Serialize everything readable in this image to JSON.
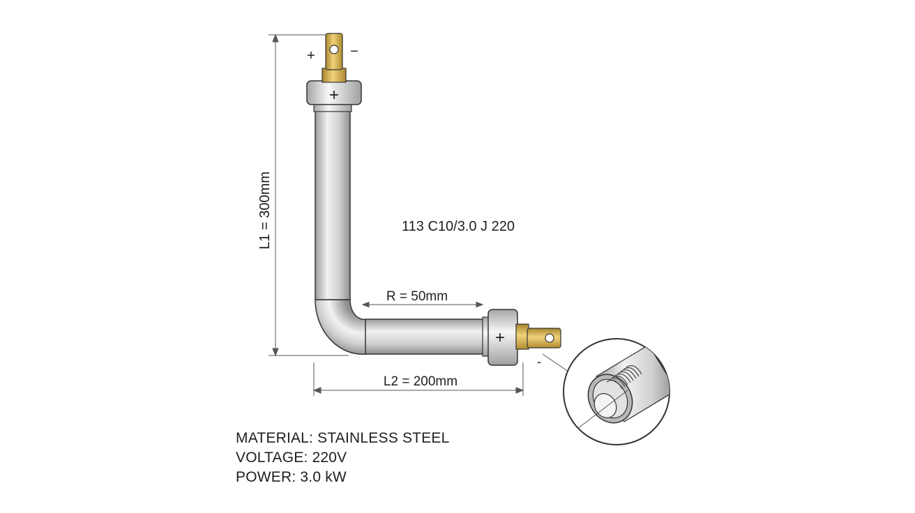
{
  "model_code": "113 C10/3.0 J 220",
  "dimensions": {
    "l1": "L1 = 300mm",
    "l2": "L2 = 200mm",
    "radius": "R = 50mm"
  },
  "terminals": {
    "top_plus": "+",
    "top_minus": "−",
    "top_sleeve": "+",
    "side_sleeve": "+",
    "side_minus": "-"
  },
  "specs": {
    "material": "MATERIAL: STAINLESS STEEL",
    "voltage": "VOLTAGE: 220V",
    "power": "POWER: 3.0 kW"
  },
  "colors": {
    "tube": "#c9c9c9",
    "brass": "#d2b04c",
    "outline": "#333333"
  }
}
